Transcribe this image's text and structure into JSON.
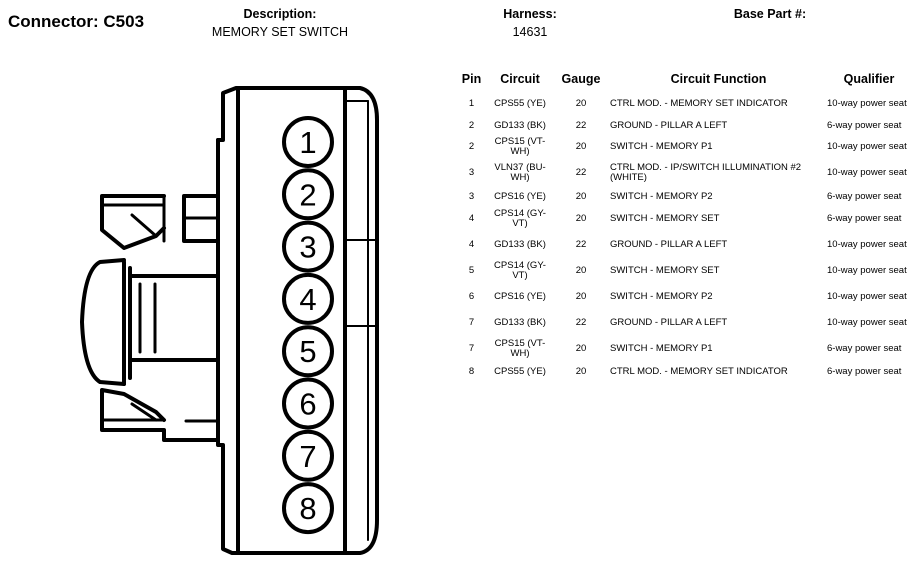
{
  "header": {
    "connector_title": "Connector: C503",
    "description_label": "Description:",
    "description_value": "MEMORY SET SWITCH",
    "harness_label": "Harness:",
    "harness_value": "14631",
    "base_part_label": "Base Part #:"
  },
  "connector": {
    "cavities": [
      "1",
      "2",
      "3",
      "4",
      "5",
      "6",
      "7",
      "8"
    ]
  },
  "table": {
    "headers": {
      "pin": "Pin",
      "circuit": "Circuit",
      "gauge": "Gauge",
      "function": "Circuit Function",
      "qualifier": "Qualifier"
    },
    "rows": [
      {
        "pin": "1",
        "circuit": "CPS55 (YE)",
        "gauge": "20",
        "function": "CTRL MOD. - MEMORY SET INDICATOR",
        "qualifier": "10-way power seat"
      },
      {
        "pin": "2",
        "circuit": "GD133 (BK)",
        "gauge": "22",
        "function": "GROUND - PILLAR A LEFT",
        "qualifier": "6-way power seat"
      },
      {
        "pin": "2",
        "circuit": "CPS15 (VT-WH)",
        "gauge": "20",
        "function": "SWITCH - MEMORY P1",
        "qualifier": "10-way power seat"
      },
      {
        "pin": "3",
        "circuit": "VLN37 (BU-WH)",
        "gauge": "22",
        "function": "CTRL MOD. - IP/SWITCH ILLUMINATION #2 (WHITE)",
        "qualifier": "10-way power seat"
      },
      {
        "pin": "3",
        "circuit": "CPS16 (YE)",
        "gauge": "20",
        "function": "SWITCH - MEMORY P2",
        "qualifier": "6-way power seat"
      },
      {
        "pin": "4",
        "circuit": "CPS14 (GY-VT)",
        "gauge": "20",
        "function": "SWITCH - MEMORY SET",
        "qualifier": "6-way power seat"
      },
      {
        "pin": "4",
        "circuit": "GD133 (BK)",
        "gauge": "22",
        "function": "GROUND - PILLAR A LEFT",
        "qualifier": "10-way power seat"
      },
      {
        "pin": "5",
        "circuit": "CPS14 (GY-VT)",
        "gauge": "20",
        "function": "SWITCH - MEMORY SET",
        "qualifier": "10-way power seat"
      },
      {
        "pin": "6",
        "circuit": "CPS16 (YE)",
        "gauge": "20",
        "function": "SWITCH - MEMORY P2",
        "qualifier": "10-way power seat"
      },
      {
        "pin": "7",
        "circuit": "GD133 (BK)",
        "gauge": "22",
        "function": "GROUND - PILLAR A LEFT",
        "qualifier": "10-way power seat"
      },
      {
        "pin": "7",
        "circuit": "CPS15 (VT-WH)",
        "gauge": "20",
        "function": "SWITCH - MEMORY P1",
        "qualifier": "6-way power seat"
      },
      {
        "pin": "8",
        "circuit": "CPS55 (YE)",
        "gauge": "20",
        "function": "CTRL MOD. - MEMORY SET INDICATOR",
        "qualifier": "6-way power seat"
      }
    ]
  }
}
